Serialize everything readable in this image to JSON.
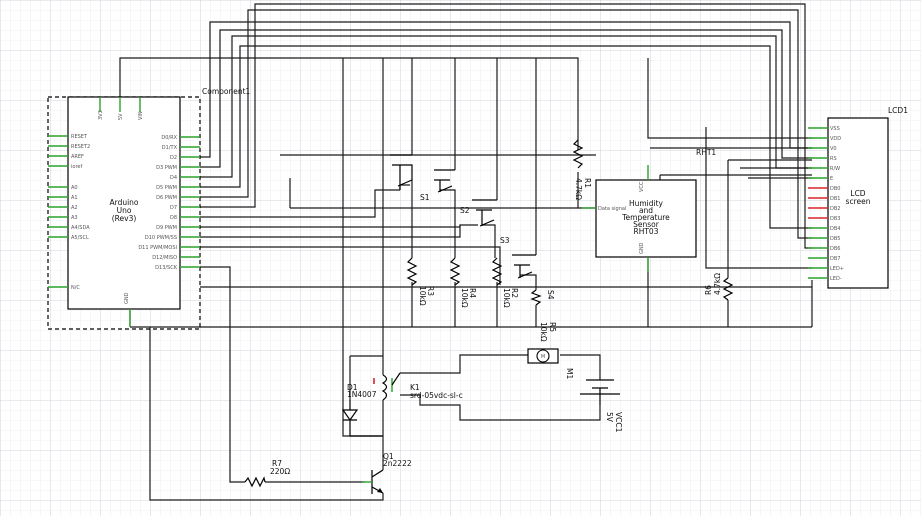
{
  "arduino": {
    "name_line1": "Arduino",
    "name_line2": "Uno",
    "name_line3": "(Rev3)",
    "group_label": "Component1",
    "left_pins": [
      "RESET",
      "RESET2",
      "AREF",
      "ioref",
      "A0",
      "A1",
      "A2",
      "A3",
      "A4/SDA",
      "A5/SCL",
      "N/C"
    ],
    "right_pins": [
      "D0/RX",
      "D1/TX",
      "D2",
      "D3 PWM",
      "D4",
      "D5 PWM",
      "D6 PWM",
      "D7",
      "D8",
      "D9 PWM",
      "D10 PWM/SS",
      "D11 PWM/MOSI",
      "D12/MISO",
      "D13/SCK"
    ],
    "top_pins": [
      "3V3",
      "5V",
      "VIN"
    ],
    "bottom_pin": "GND"
  },
  "sensor": {
    "ref": "RHT1",
    "line1": "Humidity",
    "line2": "and",
    "line3": "Temperature",
    "line4": "Sensor",
    "line5": "RHT03",
    "pin_data": "Data signal",
    "pin_vcc": "VCC",
    "pin_gnd": "GND"
  },
  "lcd": {
    "ref": "LCD1",
    "line1": "LCD",
    "line2": "screen",
    "pins": [
      "VSS",
      "VDD",
      "V0",
      "RS",
      "R/W",
      "E",
      "DB0",
      "DB1",
      "DB2",
      "DB3",
      "DB4",
      "DB5",
      "DB6",
      "DB7",
      "LED+",
      "LED-"
    ]
  },
  "switches": [
    "S1",
    "S2",
    "S3",
    "S4"
  ],
  "resistors": {
    "r1": {
      "ref": "R1",
      "value": "4.7kΩ"
    },
    "r2": {
      "ref": "R2",
      "value": "10kΩ"
    },
    "r3": {
      "ref": "R3",
      "value": "10kΩ"
    },
    "r4": {
      "ref": "R4",
      "value": "10kΩ"
    },
    "r5": {
      "ref": "R5",
      "value": "10kΩ"
    },
    "r6": {
      "ref": "R6",
      "value": "4.7kΩ"
    },
    "r7": {
      "ref": "R7",
      "value": "220Ω"
    }
  },
  "diode": {
    "ref": "D1",
    "value": "1N4007"
  },
  "relay": {
    "ref": "K1",
    "value": "srd-05vdc-sl-c"
  },
  "transistor": {
    "ref": "Q1",
    "value": "2n2222"
  },
  "motor": {
    "ref": "M1",
    "symbol": "M"
  },
  "battery": {
    "ref": "VCC1",
    "value": "5V"
  },
  "colors": {
    "wire": "#1a1a1a",
    "pin": "#2ca02c",
    "unused_pin": "#d62728",
    "grid_minor": "#dfe3ea",
    "grid_major": "#c5cbd6"
  }
}
